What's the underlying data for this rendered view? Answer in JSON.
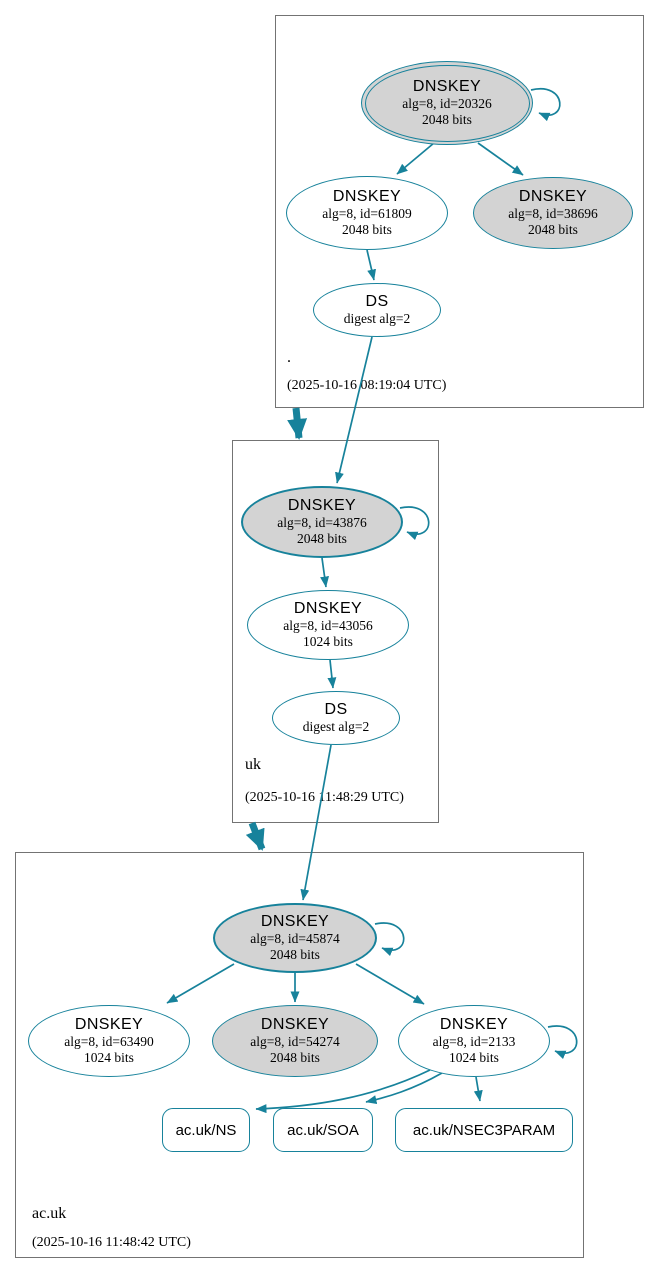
{
  "colors": {
    "edge_teal": "#17829b",
    "node_gray_fill": "#d3d3d3",
    "zone_border_gray": "#737373"
  },
  "zones": [
    {
      "label": ".",
      "timestamp": "(2025-10-16 08:19:04 UTC)"
    },
    {
      "label": "uk",
      "timestamp": "(2025-10-16 11:48:29 UTC)"
    },
    {
      "label": "ac.uk",
      "timestamp": "(2025-10-16 11:48:42 UTC)"
    }
  ],
  "nodes": {
    "root_ksk": {
      "title": "DNSKEY",
      "alg": "alg=8, id=20326",
      "bits": "2048 bits"
    },
    "root_zsk": {
      "title": "DNSKEY",
      "alg": "alg=8, id=61809",
      "bits": "2048 bits"
    },
    "root_key2": {
      "title": "DNSKEY",
      "alg": "alg=8, id=38696",
      "bits": "2048 bits"
    },
    "root_ds": {
      "title": "DS",
      "alg": "digest alg=2"
    },
    "uk_ksk": {
      "title": "DNSKEY",
      "alg": "alg=8, id=43876",
      "bits": "2048 bits"
    },
    "uk_zsk": {
      "title": "DNSKEY",
      "alg": "alg=8, id=43056",
      "bits": "1024 bits"
    },
    "uk_ds": {
      "title": "DS",
      "alg": "digest alg=2"
    },
    "acuk_ksk": {
      "title": "DNSKEY",
      "alg": "alg=8, id=45874",
      "bits": "2048 bits"
    },
    "acuk_zsk": {
      "title": "DNSKEY",
      "alg": "alg=8, id=63490",
      "bits": "1024 bits"
    },
    "acuk_key54274": {
      "title": "DNSKEY",
      "alg": "alg=8, id=54274",
      "bits": "2048 bits"
    },
    "acuk_key2133": {
      "title": "DNSKEY",
      "alg": "alg=8, id=2133",
      "bits": "1024 bits"
    },
    "rrset_ns": {
      "label": "ac.uk/NS"
    },
    "rrset_soa": {
      "label": "ac.uk/SOA"
    },
    "rrset_nsec3param": {
      "label": "ac.uk/NSEC3PARAM"
    }
  }
}
